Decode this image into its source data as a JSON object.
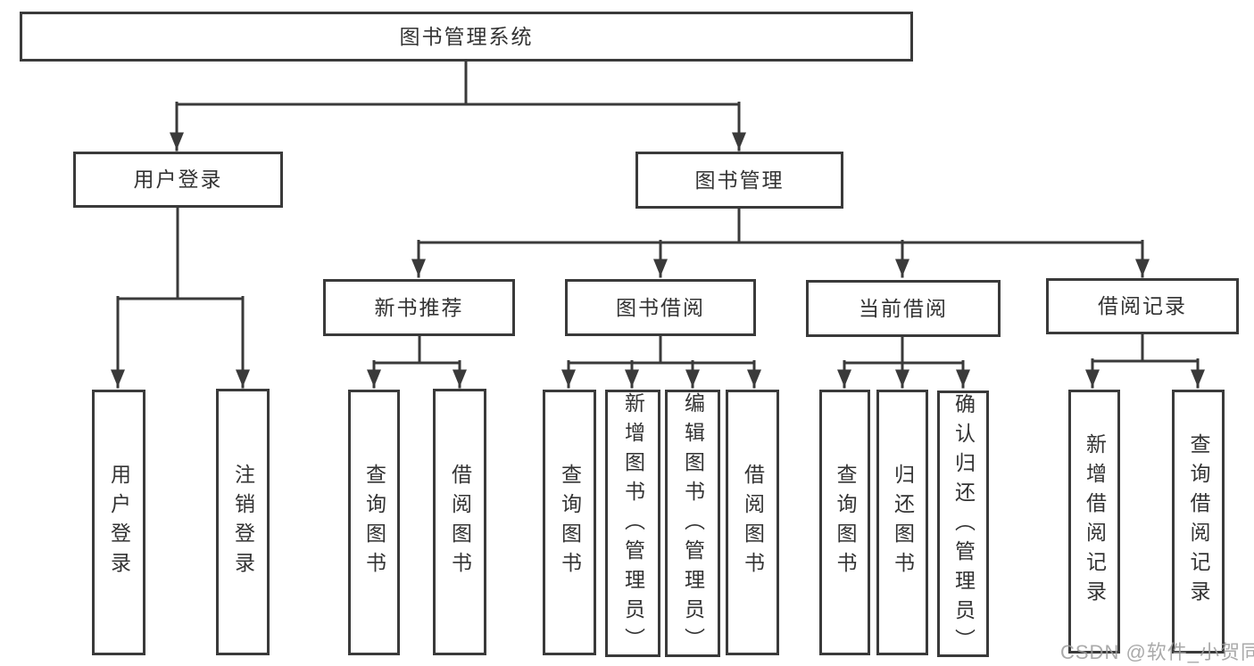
{
  "tree": {
    "root": "图书管理系统",
    "user_login": {
      "label": "用户登录",
      "children": [
        "用户登录",
        "注销登录"
      ]
    },
    "book_management": {
      "label": "图书管理",
      "groups": [
        {
          "label": "新书推荐",
          "children": [
            "查询图书",
            "借阅图书"
          ]
        },
        {
          "label": "图书借阅",
          "children": [
            "查询图书",
            "新增图书（管理员）",
            "编辑图书（管理员）",
            "借阅图书"
          ]
        },
        {
          "label": "当前借阅",
          "children": [
            "查询图书",
            "归还图书",
            "确认归还（管理员）"
          ]
        },
        {
          "label": "借阅记录",
          "children": [
            "新增借阅记录",
            "查询借阅记录"
          ]
        }
      ]
    }
  },
  "watermark": "CSDN @软件_小贺同学",
  "colors": {
    "line": "#3a3a3a",
    "text": "#333333",
    "node_background": "#ffffff",
    "page_background": "#ffffff",
    "watermark": "#9c9c9c"
  }
}
